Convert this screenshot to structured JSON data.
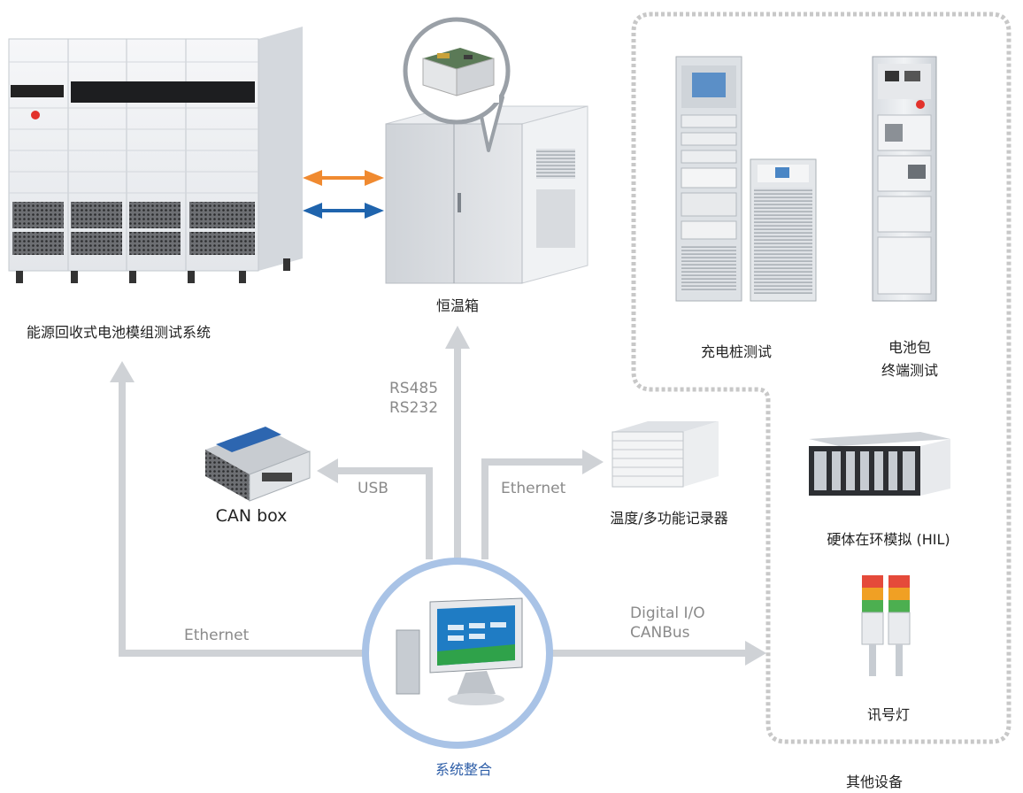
{
  "colors": {
    "connector": "#cfd2d6",
    "hub_ring": "#a9c3e6",
    "hub_label": "#2f5fa8",
    "arrow_orange": "#f08a30",
    "arrow_blue": "#1f64ad",
    "dotted_border": "#c8c8c8"
  },
  "nodes": {
    "hub": {
      "label": "系统整合",
      "icon": "computer-monitor-icon"
    },
    "battery_system": {
      "label": "能源回收式电池模组测试系统",
      "icon": "battery-test-cabinet-icon"
    },
    "chamber": {
      "label": "恒温箱",
      "icon": "environmental-chamber-icon"
    },
    "can_box": {
      "label": "CAN box",
      "icon": "can-box-device-icon"
    },
    "recorder": {
      "label": "温度/多功能记录器",
      "icon": "data-recorder-icon"
    },
    "other_group": {
      "label": "其他设备",
      "items": {
        "charger_test": {
          "label": "充电桩测试",
          "icon": "charger-test-rack-icon"
        },
        "pack_test": {
          "line1": "电池包",
          "line2": "终端测试",
          "icon": "pack-test-rack-icon"
        },
        "hil": {
          "label": "硬体在环模拟 (HIL)",
          "icon": "hil-chassis-icon"
        },
        "signal_light": {
          "label": "讯号灯",
          "icon": "signal-tower-light-icon"
        }
      }
    }
  },
  "edges": {
    "ethernet_left": "Ethernet",
    "rs485": "RS485",
    "rs232": "RS232",
    "usb": "USB",
    "ethernet_right": "Ethernet",
    "digital_io": "Digital I/O",
    "canbus": "CANBus"
  }
}
